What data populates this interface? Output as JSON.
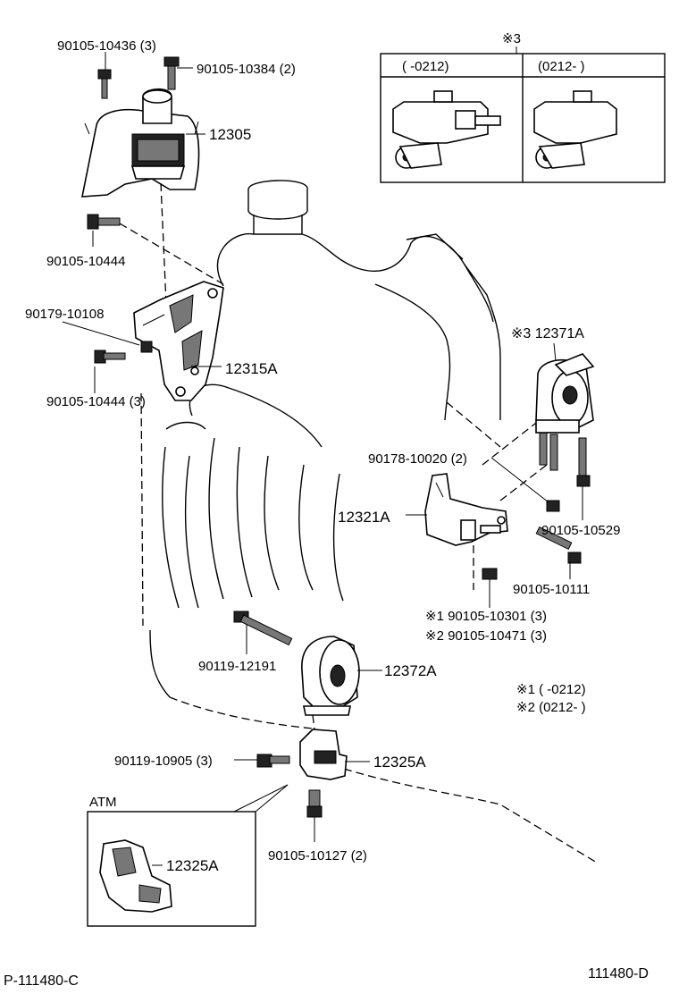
{
  "labels": {
    "bolt_top_left": "90105-10436 (3)",
    "bolt_top_right": "90105-10384 (2)",
    "part_12305": "12305",
    "bolt_10444": "90105-10444",
    "nut_10108": "90179-10108",
    "bracket_12315a": "12315A",
    "bolt_10444_3": "90105-10444 (3)",
    "part_12371a": "※3 12371A",
    "nut_10020": "90178-10020 (2)",
    "bracket_12321a": "12321A",
    "bolt_10529": "90105-10529",
    "bolt_10111": "90105-10111",
    "bolt_10301": "※1 90105-10301 (3)",
    "bolt_10471": "※2 90105-10471 (3)",
    "bolt_12191": "90119-12191",
    "part_12372a": "12372A",
    "bolt_10905": "90119-10905 (3)",
    "bracket_12325a": "12325A",
    "bolt_10127": "90105-10127 (2)",
    "atm_label": "ATM",
    "atm_12325a": "12325A",
    "note_1": "※1 (        -0212)",
    "note_2": "※2  (0212-        )"
  },
  "inset": {
    "mark": "※3",
    "col_left": "(        -0212)",
    "col_right": "(0212-        )"
  },
  "footer": {
    "left_code": "P-111480-C",
    "right_code": "111480-D"
  }
}
